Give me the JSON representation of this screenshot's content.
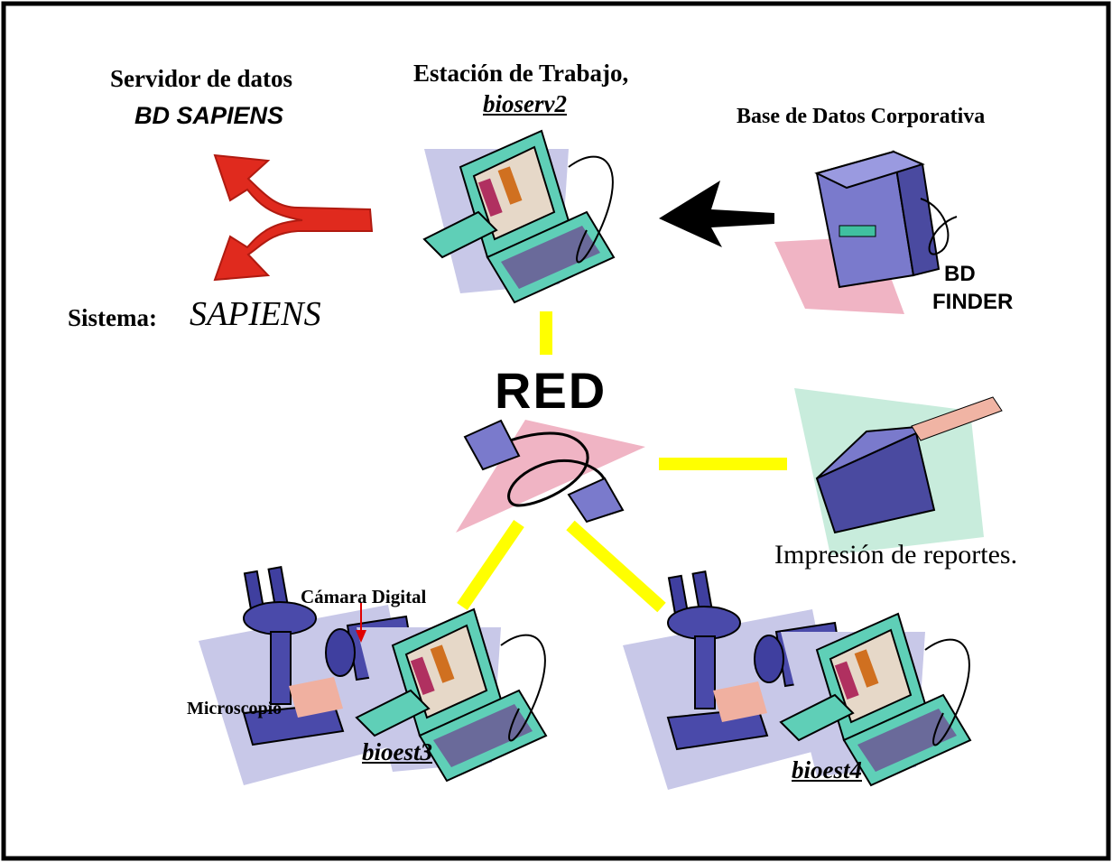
{
  "labels": {
    "servidor_title": "Servidor de datos",
    "servidor_db": "BD SAPIENS",
    "sistema_prefix": "Sistema:",
    "sistema_name": "SAPIENS",
    "estacion_title": "Estación de Trabajo,",
    "estacion_host": "bioserv2",
    "base_title": "Base de Datos Corporativa",
    "bd_finder_line1": "BD",
    "bd_finder_line2": "FINDER",
    "red": "RED",
    "impresion": "Impresión de reportes.",
    "camara": "Cámara Digital",
    "microscopio": "Microscopio",
    "host_bioest3": "bioest3",
    "host_bioest4": "bioest4"
  },
  "icons": [
    "branch-arrow-icon",
    "workstation-icon",
    "server-tower-icon",
    "left-arrow-icon",
    "network-cable-icon",
    "printer-icon",
    "microscope-icon",
    "camera-icon"
  ],
  "colors": {
    "connector": "#ffff00",
    "arrow_red": "#e02a1e",
    "arrow_black": "#000000",
    "frame": "#000000"
  }
}
